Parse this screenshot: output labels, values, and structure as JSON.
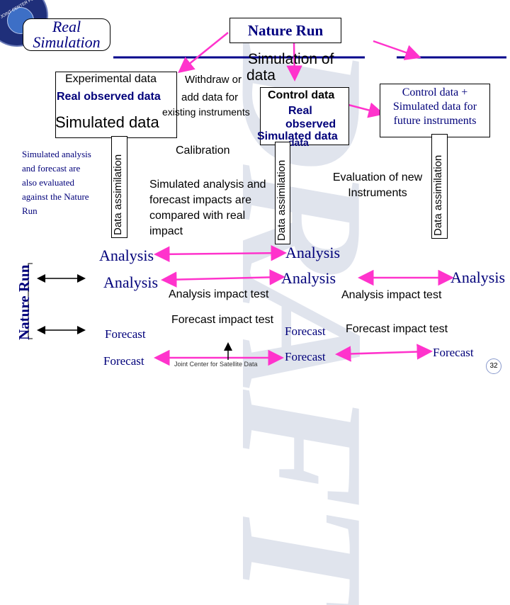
{
  "header": {
    "title_line1": "Real",
    "title_line2": "Simulation",
    "nature_run": "Nature Run",
    "logo_text": "JOINT CENTER FOR SATELLITE DATA"
  },
  "watermark": "DRAFT",
  "col1": {
    "experimental_data": "Experimental data",
    "real_observed_data": "Real observed data",
    "simulated_data": "Simulated data",
    "note": "Simulated analysis and forecast are also evaluated against the Nature Run",
    "data_assimilation": "Data assimilation",
    "analysis": "Analysis",
    "nature_run_side": "Nature Run",
    "analysis_left": "Analysis",
    "forecast_1": "Forecast",
    "forecast_2": "Forecast"
  },
  "col2": {
    "withdraw_or": "Withdraw or",
    "data_word": "data",
    "simulation_of": "Simulation of",
    "add_data_for": "add data for",
    "existing_instruments": "existing instruments",
    "calibration": "Calibration",
    "sim_impacts": "Simulated analysis and forecast impacts are compared with real impact",
    "data_assimilation": "Data assimilation",
    "analysis_impact_test": "Analysis impact test",
    "forecast_impact_test": "Forecast impact test",
    "footer": "Joint Center for Satellite Data"
  },
  "col3": {
    "control_data": "Control data",
    "real": "Real",
    "observed": "observed",
    "simulated_data": "Simulated data",
    "data_overlap": "data",
    "analysis_top": "Analysis",
    "analysis_mid": "Analysis",
    "forecast": "Forecast",
    "forecast_2": "Forecast"
  },
  "col4": {
    "control_plus": "Control data + Simulated data for future instruments",
    "evaluation": "Evaluation of new Instruments",
    "data_assimilation": "Data assimilation",
    "analysis": "Analysis",
    "analysis_impact_test": "Analysis impact test",
    "forecast_impact_test": "Forecast impact test",
    "forecast": "Forecast"
  },
  "page_number": "32",
  "colors": {
    "arrow": "#ff33cc",
    "header_line": "#00008b",
    "logo": "#1f2f7a"
  }
}
